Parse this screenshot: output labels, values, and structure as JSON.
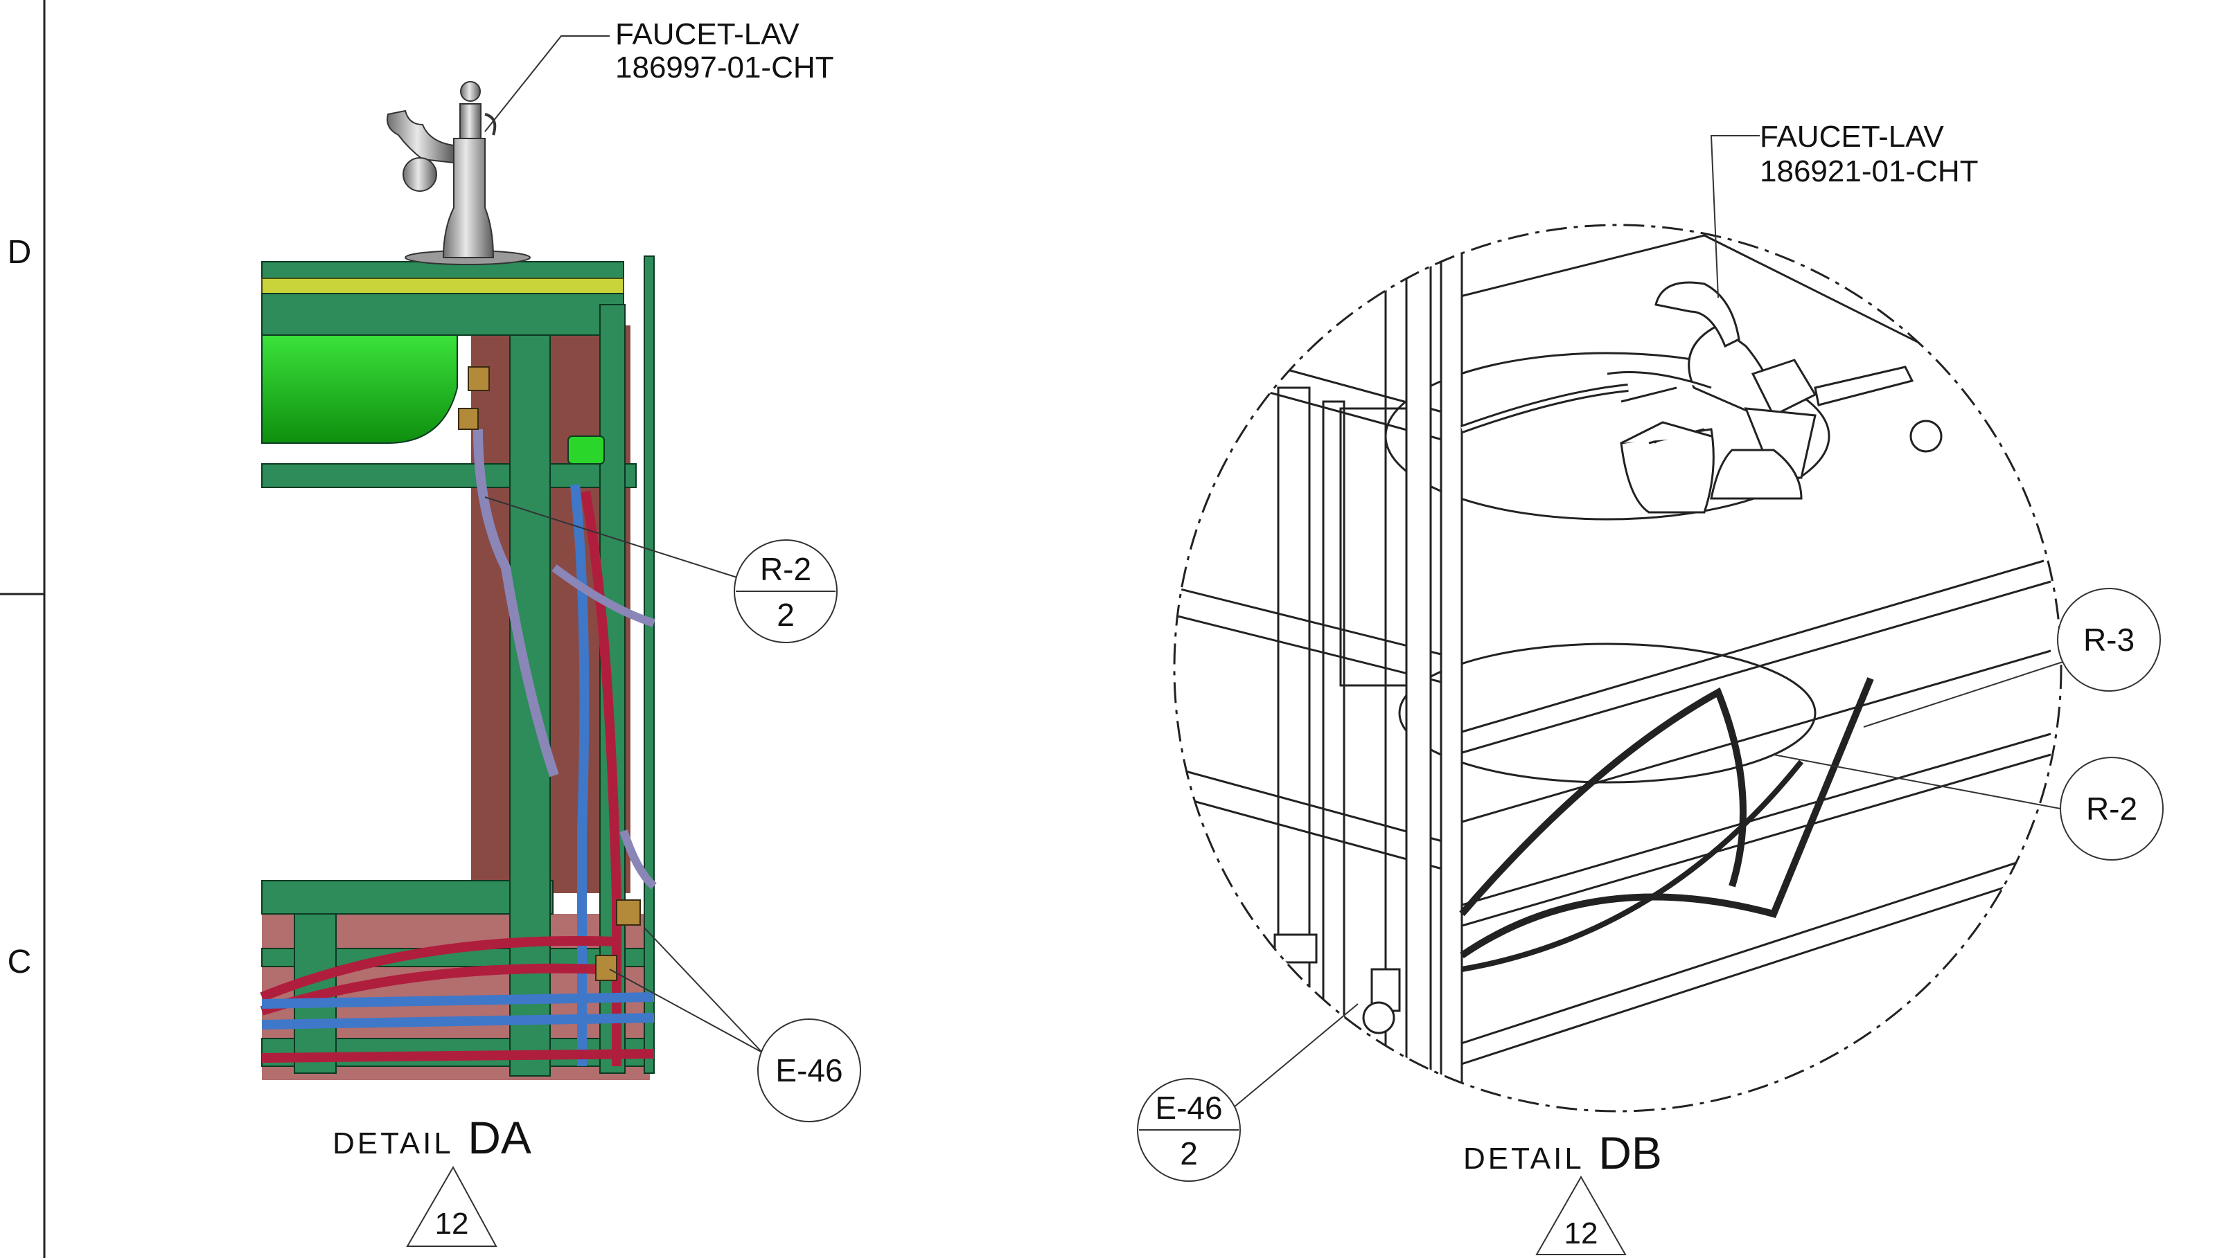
{
  "zones": {
    "top": "D",
    "bottom": "C"
  },
  "detail_da": {
    "callout_name": "FAUCET-LAV",
    "callout_part": "186997-01-CHT",
    "bubble_r2_top": "R-2",
    "bubble_r2_bottom": "2",
    "bubble_e46": "E-46",
    "title_prefix": "DETAIL",
    "title_letter": "DA",
    "sheet_ref": "12"
  },
  "detail_db": {
    "callout_name": "FAUCET-LAV",
    "callout_part": "186921-01-CHT",
    "bubble_r3": "R-3",
    "bubble_r2": "R-2",
    "bubble_e46_top": "E-46",
    "bubble_e46_bottom": "2",
    "title_prefix": "DETAIL",
    "title_letter": "DB",
    "sheet_ref": "12"
  },
  "colors": {
    "frame_green": "#2e8b5a",
    "sink_green": "#1fc11f",
    "counter_yellow": "#c9d33a",
    "wall_brown": "#8a4a44",
    "hot_red": "#b01e3e",
    "cold_blue": "#3f78c8",
    "lilac_hose": "#8a86b8"
  }
}
